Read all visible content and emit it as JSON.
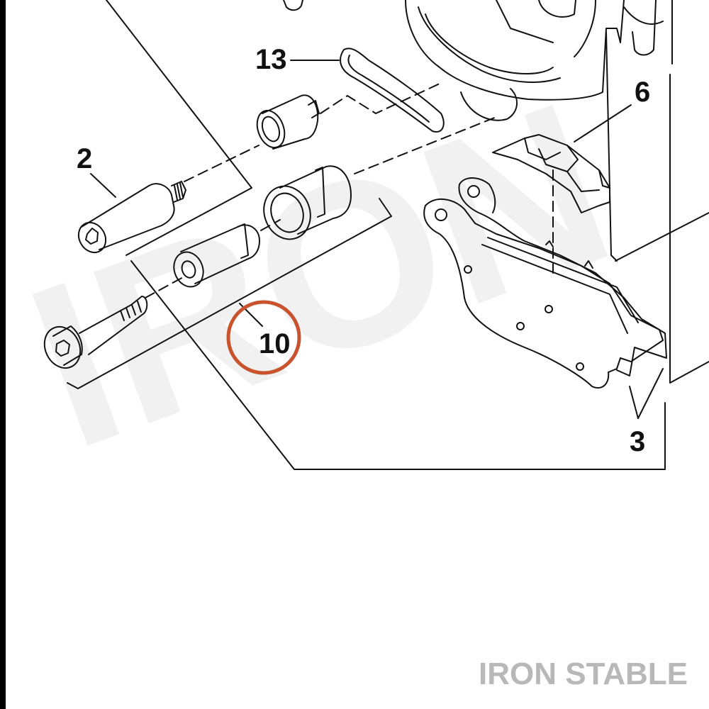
{
  "watermark": "IRON",
  "brand": "IRON STABLE",
  "callouts": {
    "c2": "2",
    "c13": "13",
    "c6": "6",
    "c10": "10",
    "c3": "3"
  },
  "colors": {
    "line": "#111111",
    "highlight": "#c8532c",
    "watermark": "#f1f1f1",
    "brand_text": "#b8b8b8",
    "background": "#ffffff",
    "frame": "#000000"
  },
  "highlighted_callout": "10"
}
